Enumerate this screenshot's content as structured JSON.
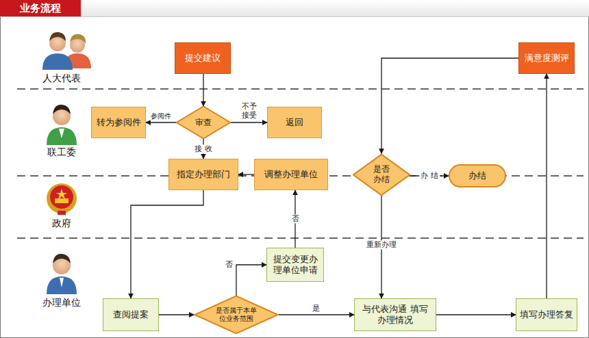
{
  "diagram": {
    "nodes": [
      {
        "text": [
          "提交建议"
        ]
      },
      {
        "text": [
          "满意度测评"
        ]
      },
      {
        "text": [
          "转为参阅件"
        ]
      },
      {
        "text": [
          "审查"
        ]
      },
      {
        "text": [
          "返回"
        ]
      },
      {
        "text": [
          "指定办理部门"
        ]
      },
      {
        "text": [
          "调整办理单位"
        ]
      },
      {
        "text": [
          "是否办结"
        ]
      },
      {
        "text": [
          "办结"
        ]
      },
      {
        "text": [
          "提交变更办理单位申请"
        ]
      },
      {
        "text": [
          "查阅提案"
        ]
      },
      {
        "text": [
          "是否属于本单位业务范围"
        ]
      },
      {
        "text": [
          "与代表沟通 填写办理情况"
        ]
      },
      {
        "text": [
          "填写办理答复"
        ]
      }
    ],
    "edges": [
      {
        "from": 0,
        "to": 3,
        "arrow": "to"
      },
      {
        "from": 3,
        "to": 2,
        "label": "参阅件",
        "arrow": "to"
      },
      {
        "from": 3,
        "to": 4,
        "label": "不予接受",
        "arrow": "to"
      },
      {
        "from": 3,
        "to": 5,
        "label": "接 收",
        "arrow": "to"
      },
      {
        "from": 5,
        "to": 10,
        "arrow": "to"
      },
      {
        "from": 10,
        "to": 11,
        "arrow": "to"
      },
      {
        "from": 11,
        "to": 12,
        "label": "是",
        "arrow": "to"
      },
      {
        "from": 11,
        "to": 9,
        "label": "否",
        "arrow": "to"
      },
      {
        "from": 9,
        "to": 6,
        "label": "否",
        "arrow": "to"
      },
      {
        "from": 6,
        "to": 5,
        "arrow": "to"
      },
      {
        "from": 12,
        "to": 13,
        "arrow": "to"
      },
      {
        "from": 13,
        "to": 1,
        "arrow": "to"
      },
      {
        "from": 1,
        "to": 7,
        "arrow": "to"
      },
      {
        "from": 7,
        "to": 8,
        "label": "办 结",
        "arrow": "to"
      },
      {
        "from": 7,
        "to": 12,
        "label": "重新办理",
        "arrow": "to"
      }
    ],
    "labels": [
      "业务流程",
      "人大代表",
      "联工委",
      "政府",
      "办理单位"
    ]
  }
}
